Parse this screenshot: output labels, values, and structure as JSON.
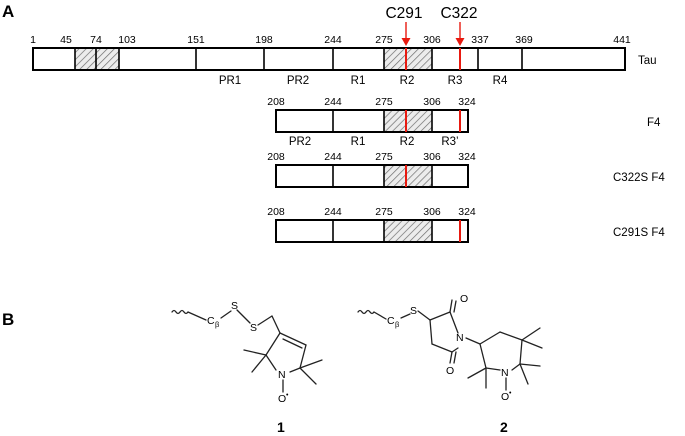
{
  "panel_a_label": "A",
  "panel_b_label": "B",
  "colors": {
    "cysteine": "#e8190f",
    "outline": "#000000",
    "hatch": "#6e6e6e"
  },
  "mutation_arrows": {
    "c291": "C291",
    "c322": "C322"
  },
  "tau": {
    "name": "Tau",
    "positions": [
      "1",
      "45",
      "74",
      "103",
      "151",
      "198",
      "244",
      "275",
      "306",
      "337",
      "369",
      "441"
    ],
    "domains": [
      "PR1",
      "PR2",
      "R1",
      "R2",
      "R3",
      "R4"
    ]
  },
  "f4": {
    "name": "F4",
    "positions": [
      "208",
      "244",
      "275",
      "306",
      "324"
    ],
    "domains": [
      "PR2",
      "R1",
      "R2",
      "R3’"
    ]
  },
  "c322s_f4": {
    "name": "C322S F4",
    "positions": [
      "208",
      "244",
      "275",
      "306",
      "324"
    ]
  },
  "c291s_f4": {
    "name": "C291S F4",
    "positions": [
      "208",
      "244",
      "275",
      "306",
      "324"
    ]
  },
  "spin_label_1": {
    "number": "1",
    "beta_carbon": "C",
    "beta_sub": "β",
    "sulfur_a": "S",
    "sulfur_b": "S",
    "nitrogen": "N",
    "oxygen": "O",
    "radical": "•"
  },
  "spin_label_2": {
    "number": "2",
    "beta_carbon": "C",
    "beta_sub": "β",
    "sulfur": "S",
    "oxygen_top": "O",
    "oxygen_bottom": "O",
    "imide_nitrogen": "N",
    "nitroxide_nitrogen": "N",
    "oxygen": "O",
    "radical": "•"
  }
}
